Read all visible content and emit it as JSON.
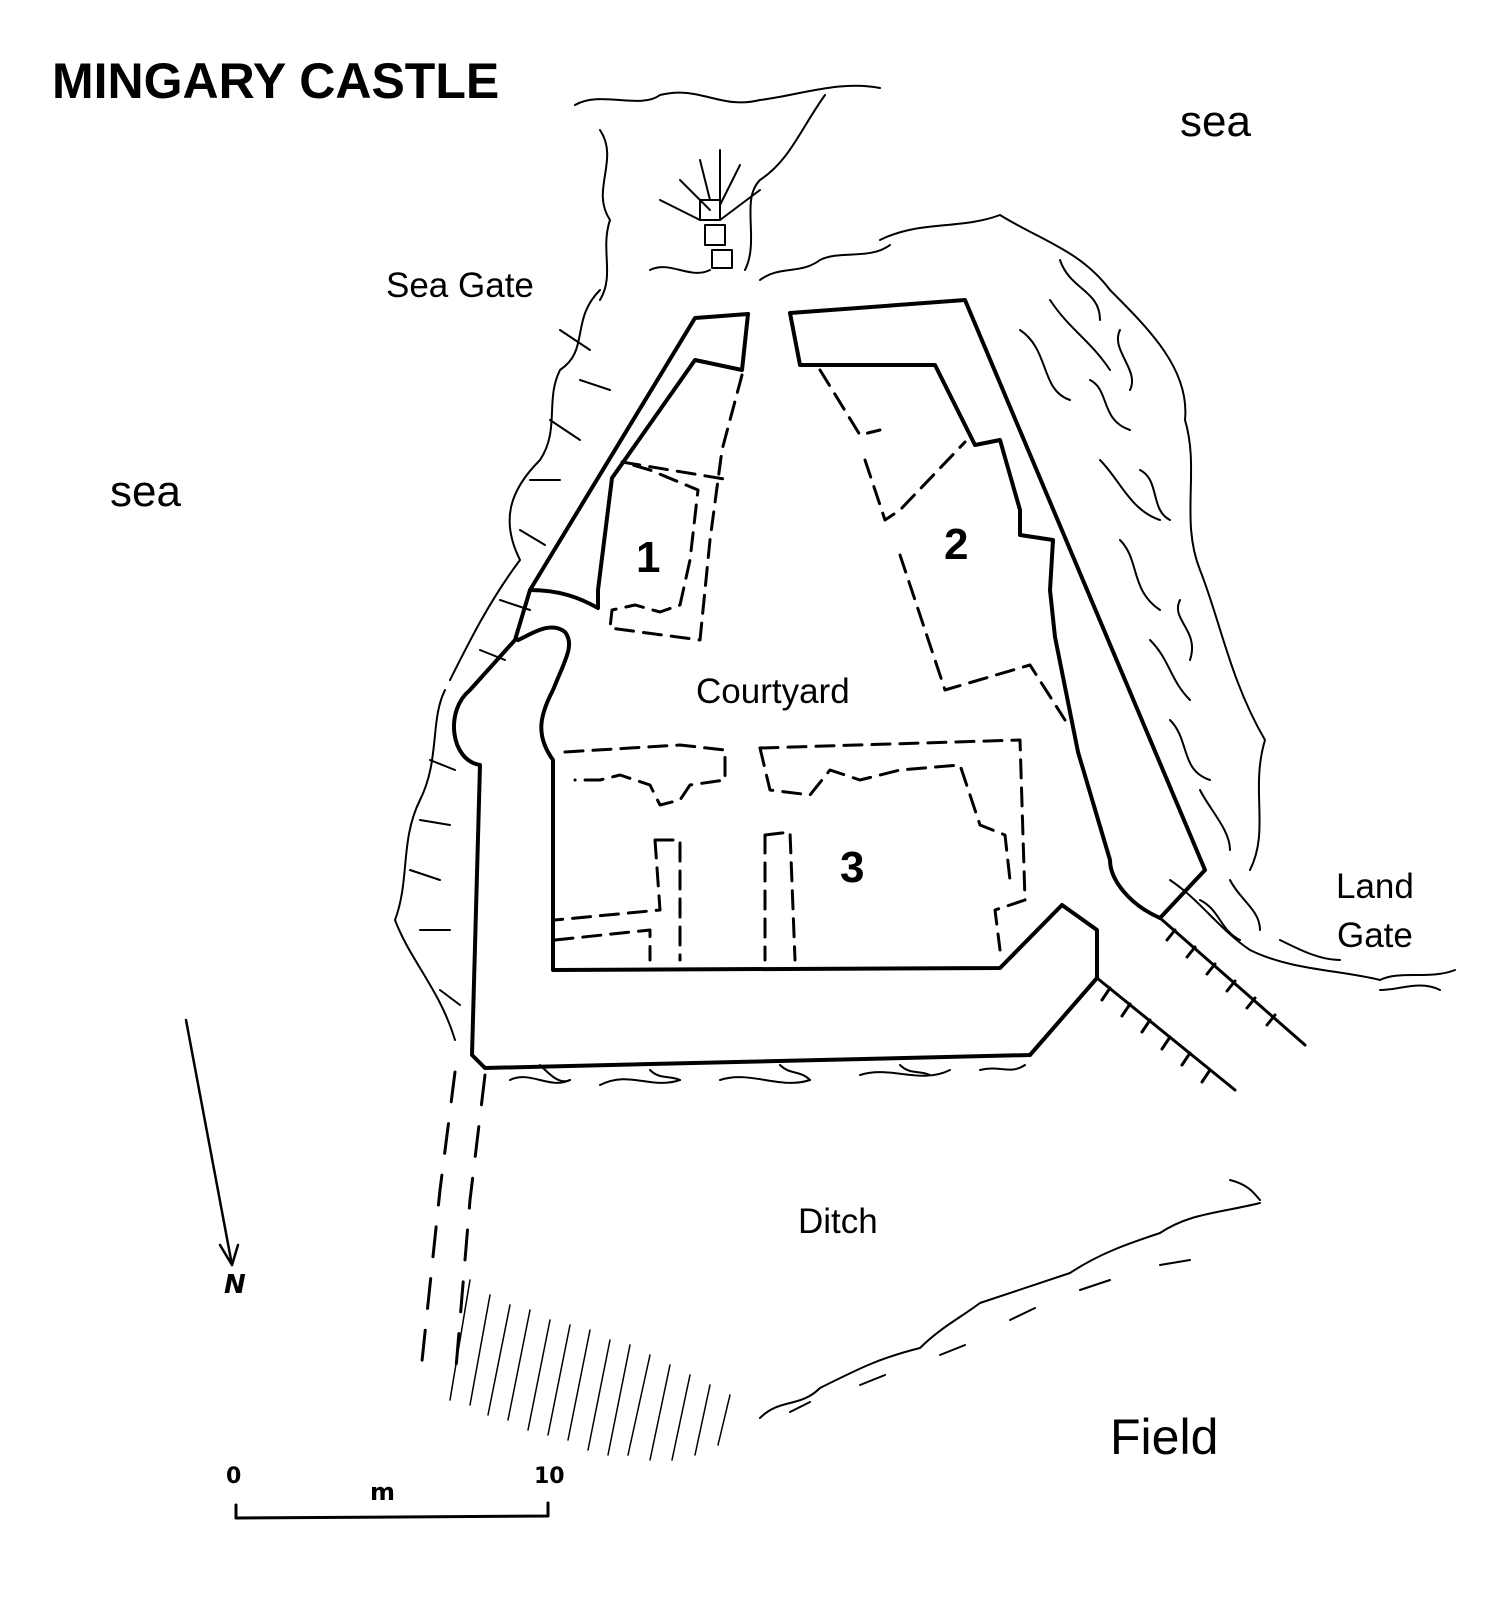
{
  "title": "MINGARY CASTLE",
  "labels": {
    "sea_north": "sea",
    "sea_west": "sea",
    "sea_gate": "Sea Gate",
    "room_1": "1",
    "room_2": "2",
    "room_3": "3",
    "courtyard": "Courtyard",
    "land_gate_line1": "Land",
    "land_gate_line2": "Gate",
    "ditch": "Ditch",
    "field": "Field"
  },
  "north_arrow": {
    "label": "N"
  },
  "scale_bar": {
    "start": "0",
    "end": "10",
    "unit": "m"
  }
}
